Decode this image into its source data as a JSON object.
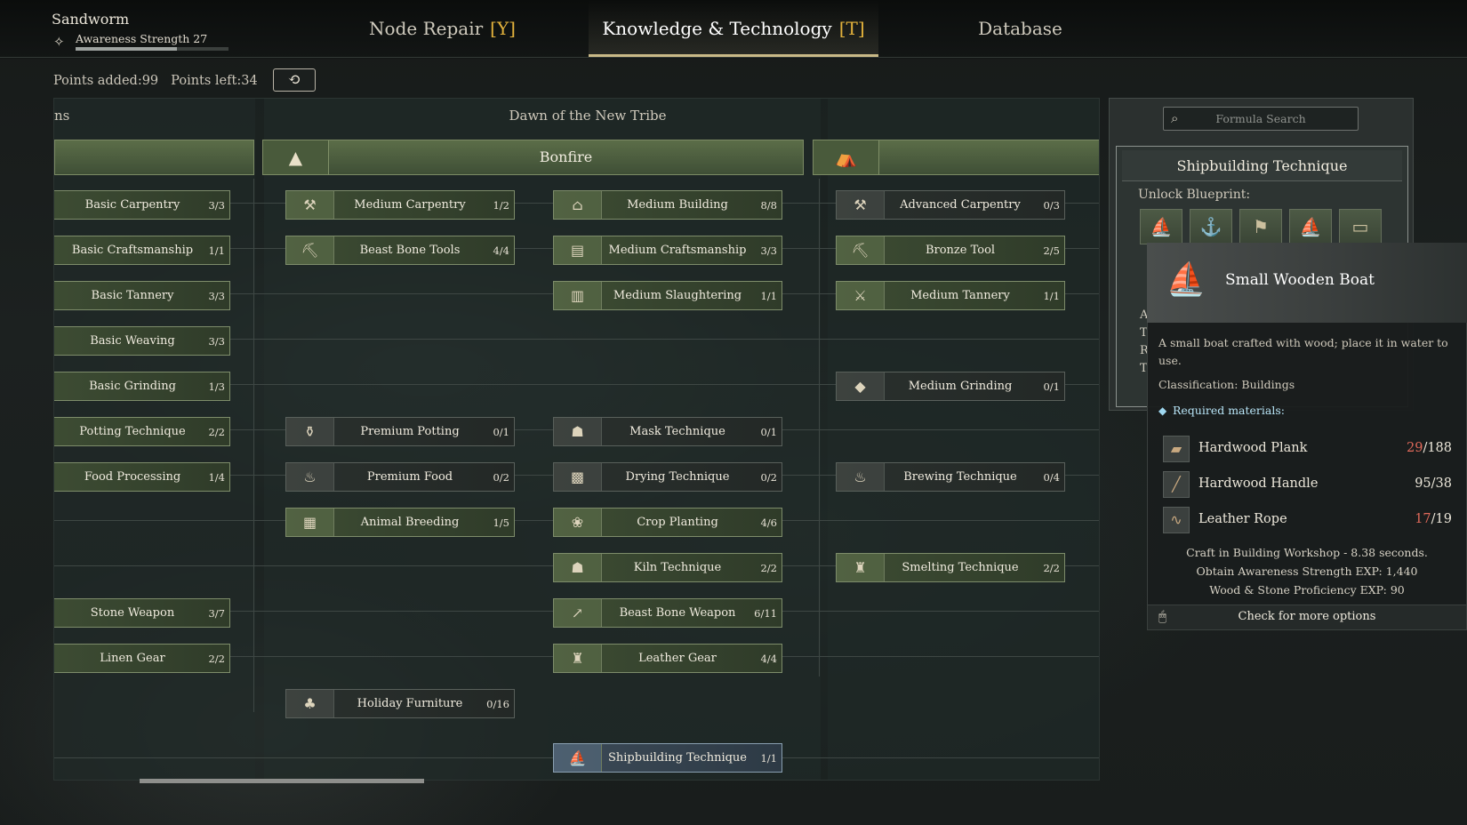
{
  "player": {
    "name": "Sandworm",
    "awareness_label": "Awareness Strength 27",
    "xp_fraction": 0.66
  },
  "tabs": [
    {
      "label": "Node Repair",
      "key": "[Y]"
    },
    {
      "label": "Knowledge & Technology",
      "key": "[T]"
    },
    {
      "label": "Database"
    }
  ],
  "points": {
    "added": "Points added:99",
    "left": "Points left:34"
  },
  "tree": {
    "era_prev": "ns",
    "era_title": "Dawn of the New Tribe",
    "bonfire": "Bonfire",
    "nodes": {
      "basic_carpentry": {
        "name": "Basic Carpentry",
        "count": "3/3"
      },
      "basic_craftsmanship": {
        "name": "Basic Craftsmanship",
        "count": "1/1"
      },
      "basic_tannery": {
        "name": "Basic Tannery",
        "count": "3/3"
      },
      "basic_weaving": {
        "name": "Basic Weaving",
        "count": "3/3"
      },
      "basic_grinding": {
        "name": "Basic Grinding",
        "count": "1/3"
      },
      "potting_technique": {
        "name": "Potting Technique",
        "count": "2/2"
      },
      "food_processing": {
        "name": "Food Processing",
        "count": "1/4"
      },
      "stone_weapon": {
        "name": "Stone Weapon",
        "count": "3/7"
      },
      "linen_gear": {
        "name": "Linen Gear",
        "count": "2/2"
      },
      "medium_carpentry": {
        "name": "Medium Carpentry",
        "count": "1/2"
      },
      "beast_bone_tools": {
        "name": "Beast Bone Tools",
        "count": "4/4"
      },
      "premium_potting": {
        "name": "Premium Potting",
        "count": "0/1"
      },
      "premium_food": {
        "name": "Premium Food",
        "count": "0/2"
      },
      "animal_breeding": {
        "name": "Animal Breeding",
        "count": "1/5"
      },
      "holiday_furniture": {
        "name": "Holiday Furniture",
        "count": "0/16"
      },
      "medium_building": {
        "name": "Medium Building",
        "count": "8/8"
      },
      "medium_craftsmanship": {
        "name": "Medium Craftsmanship",
        "count": "3/3"
      },
      "medium_slaughtering": {
        "name": "Medium Slaughtering",
        "count": "1/1"
      },
      "mask_technique": {
        "name": "Mask Technique",
        "count": "0/1"
      },
      "drying_technique": {
        "name": "Drying Technique",
        "count": "0/2"
      },
      "crop_planting": {
        "name": "Crop Planting",
        "count": "4/6"
      },
      "kiln_technique": {
        "name": "Kiln Technique",
        "count": "2/2"
      },
      "beast_bone_weapon": {
        "name": "Beast Bone Weapon",
        "count": "6/11"
      },
      "leather_gear": {
        "name": "Leather Gear",
        "count": "4/4"
      },
      "shipbuilding_technique": {
        "name": "Shipbuilding Technique",
        "count": "1/1"
      },
      "advanced_carpentry": {
        "name": "Advanced Carpentry",
        "count": "0/3"
      },
      "bronze_tool": {
        "name": "Bronze Tool",
        "count": "2/5"
      },
      "medium_tannery": {
        "name": "Medium Tannery",
        "count": "1/1"
      },
      "medium_grinding": {
        "name": "Medium Grinding",
        "count": "0/1"
      },
      "brewing_technique": {
        "name": "Brewing Technique",
        "count": "0/4"
      },
      "smelting_technique": {
        "name": "Smelting Technique",
        "count": "2/2"
      }
    }
  },
  "panel": {
    "search_placeholder": "Formula Search",
    "title": "Shipbuilding Technique",
    "unlock_label": "Unlock Blueprint:",
    "trunc": [
      "A",
      "T",
      "R",
      "T"
    ]
  },
  "tooltip": {
    "title": "Small Wooden Boat",
    "desc": "A small boat crafted with wood; place it in water to use.",
    "classification": "Classification: Buildings",
    "required": "Required materials:",
    "materials": [
      {
        "name": "Hardwood Plank",
        "have": "29",
        "need": "/188",
        "enough": false
      },
      {
        "name": "Hardwood Handle",
        "have": "95",
        "need": "/38",
        "enough": true
      },
      {
        "name": "Leather Rope",
        "have": "17",
        "need": "/19",
        "enough": false
      }
    ],
    "craft": "Craft in Building Workshop - 8.38 seconds.",
    "exp": "Obtain Awareness Strength EXP: 1,440",
    "prof": "Wood & Stone Proficiency EXP: 90",
    "more": "Check for more options"
  },
  "colors": {
    "accent": "#e3b23c",
    "missing": "#e0695a",
    "required": "#b7e4f6"
  }
}
